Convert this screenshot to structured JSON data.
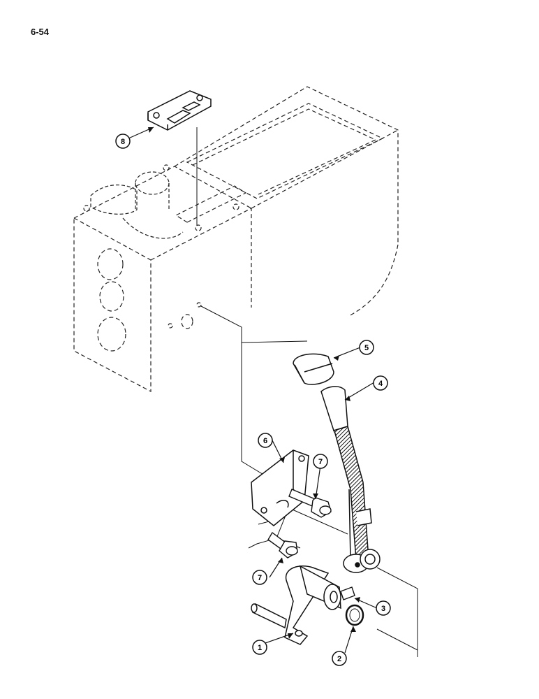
{
  "page": {
    "number": "6-54"
  },
  "callouts": [
    {
      "id": "1",
      "label": "1"
    },
    {
      "id": "2",
      "label": "2"
    },
    {
      "id": "3",
      "label": "3"
    },
    {
      "id": "4",
      "label": "4"
    },
    {
      "id": "5",
      "label": "5"
    },
    {
      "id": "6",
      "label": "6"
    },
    {
      "id": "7a",
      "label": "7"
    },
    {
      "id": "7b",
      "label": "7"
    },
    {
      "id": "8",
      "label": "8"
    }
  ]
}
